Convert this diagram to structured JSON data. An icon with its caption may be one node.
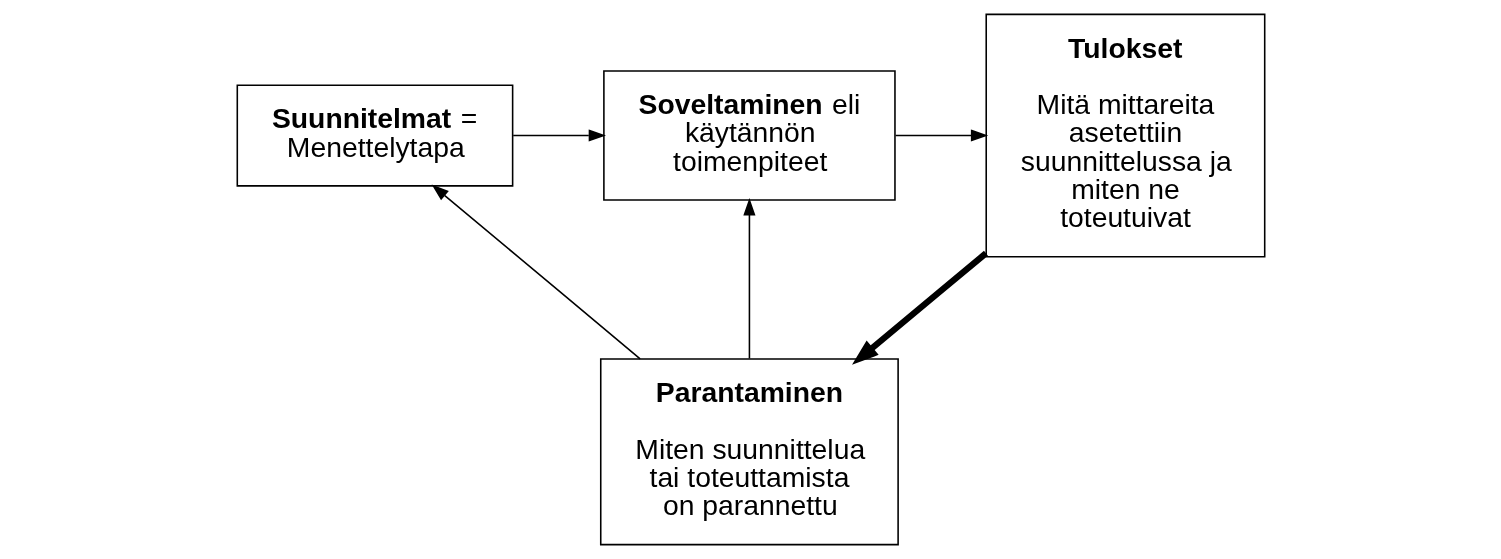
{
  "diagram": {
    "nodes": [
      {
        "text": [
          "**Suunnitelmat** = Menettelytapa"
        ]
      },
      {
        "text": [
          "**Soveltaminen** eli käytännön toimenpiteet"
        ]
      },
      {
        "text": [
          "**Tulokset**",
          "Mitä mittareita asetettiin suunnittelussa ja miten ne toteutuivat"
        ]
      },
      {
        "text": [
          "**Parantaminen**",
          "Miten suunnittelua tai toteuttamista on parannettu"
        ]
      }
    ],
    "edges": [
      {
        "from": 0,
        "to": 1,
        "arrow": "to"
      },
      {
        "from": 1,
        "to": 2,
        "arrow": "to"
      },
      {
        "from": 2,
        "to": 3,
        "arrow": "to",
        "style": "thick"
      },
      {
        "from": 3,
        "to": 0,
        "arrow": "to"
      },
      {
        "from": 3,
        "to": 1,
        "arrow": "to"
      }
    ]
  }
}
